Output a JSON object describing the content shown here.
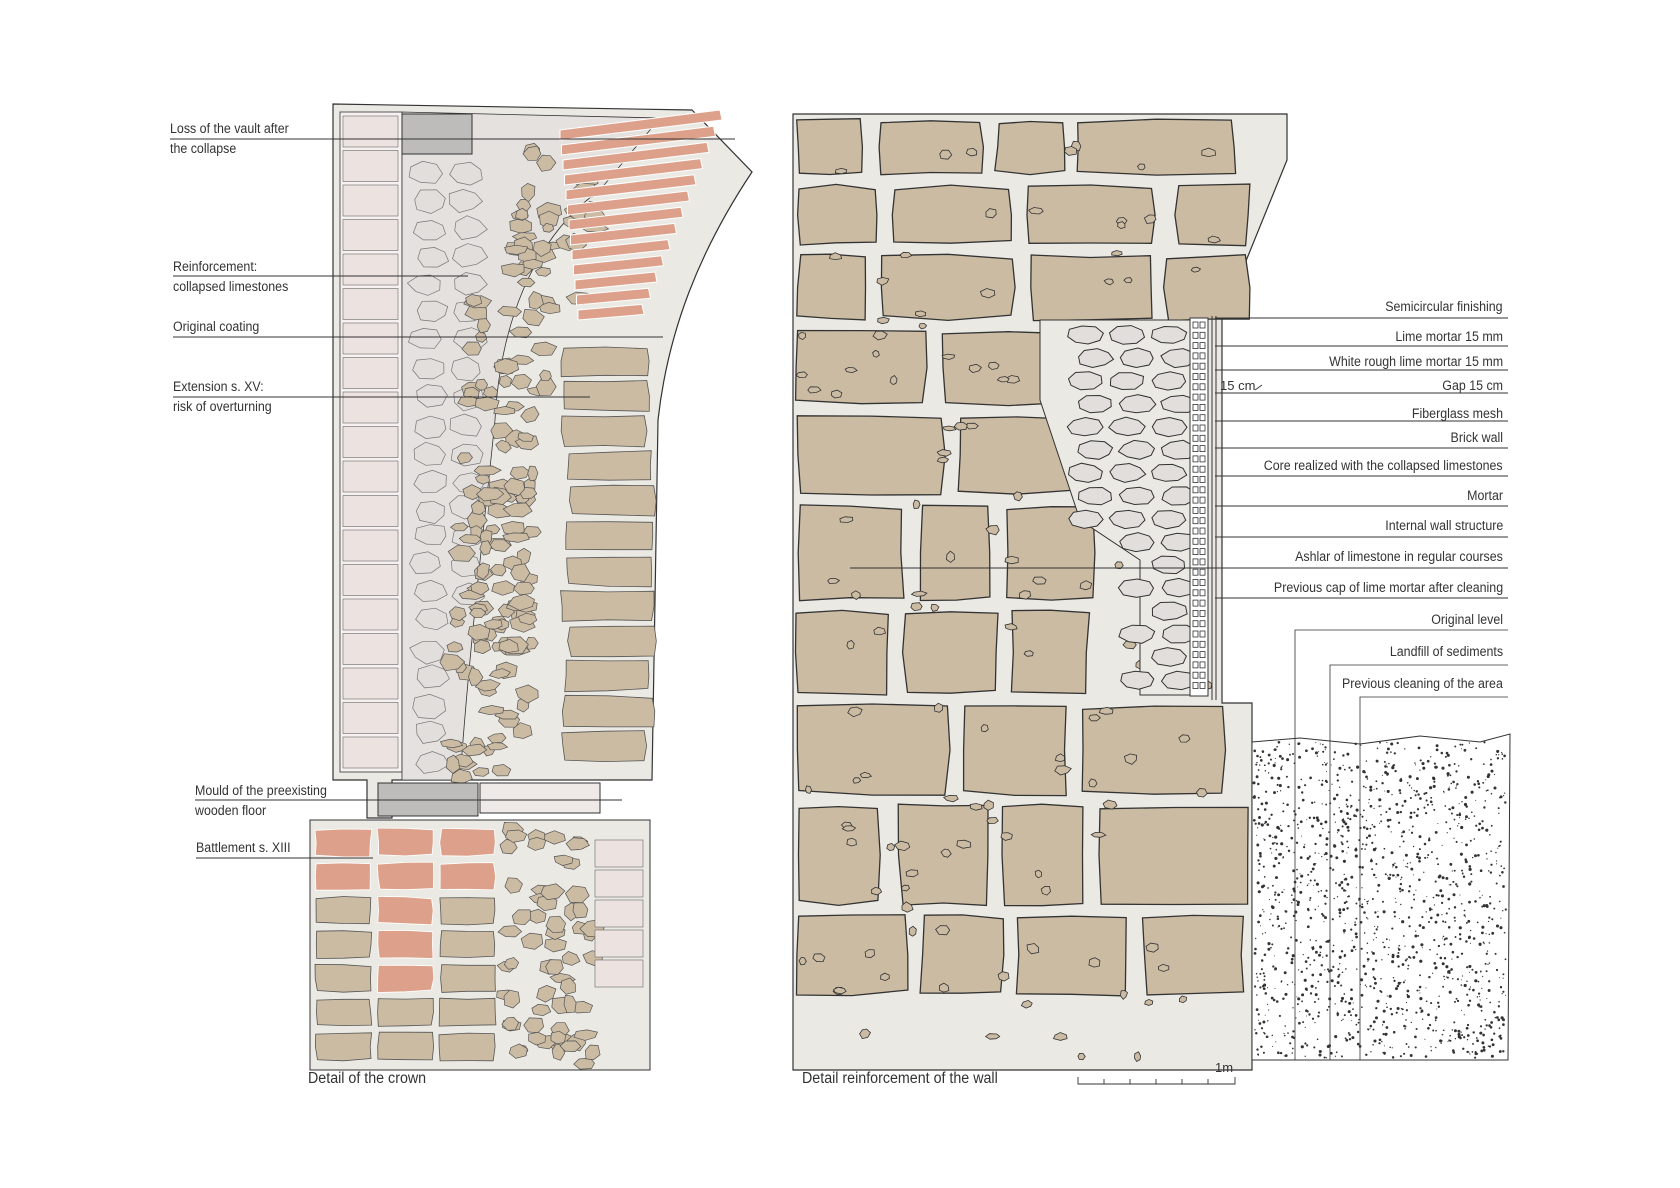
{
  "colors": {
    "stone": "#cbbba3",
    "stone_light": "#e2dedb",
    "mortar": "#ebe9e4",
    "brick": "#dda18b",
    "panel": "#ece3e1",
    "outline": "#333333",
    "soil_bg": "#ffffff"
  },
  "crown_detail": {
    "caption": "Detail of the crown",
    "labels": [
      {
        "id": "vault",
        "lines": [
          "Loss of the vault after",
          "the collapse"
        ]
      },
      {
        "id": "reinforcement",
        "lines": [
          "Reinforcement:",
          "collapsed limestones"
        ]
      },
      {
        "id": "coating",
        "lines": [
          "Original coating"
        ]
      },
      {
        "id": "extension",
        "lines": [
          "Extension s. XV:",
          "risk of overturning"
        ]
      },
      {
        "id": "mould",
        "lines": [
          "Mould of the preexisting",
          "wooden floor"
        ]
      },
      {
        "id": "battlement",
        "lines": [
          "Battlement s. XIII"
        ]
      }
    ]
  },
  "wall_detail": {
    "caption": "Detail reinforcement of the wall",
    "dimension_label": "15 cm",
    "scale_label": "1m",
    "labels": [
      "Semicircular finishing",
      "Lime mortar 15 mm",
      "White rough lime mortar 15 mm",
      "Gap 15 cm",
      "Fiberglass mesh",
      "Brick wall",
      "Core realized with the collapsed limestones",
      "Mortar",
      "Internal wall structure",
      "Ashlar of limestone in regular courses",
      "Previous cap of lime mortar after cleaning",
      "Original level",
      "Landfill of sediments",
      "Previous cleaning of the area"
    ]
  }
}
